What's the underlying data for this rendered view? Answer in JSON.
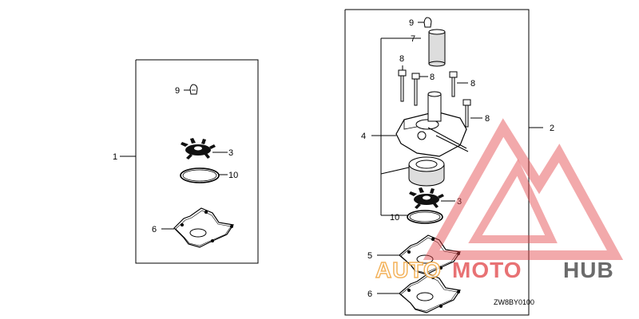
{
  "diagram": {
    "code": "ZW8BY0100",
    "left_kit": {
      "group_label": "1",
      "parts": {
        "grease_seal": "9",
        "impeller": "3",
        "o_ring": "10",
        "gasket": "6"
      }
    },
    "right_kit": {
      "group_label": "2",
      "parts": {
        "grease_seal": "9",
        "water_tube_seal": "7",
        "bolt_1": "8",
        "bolt_2": "8",
        "bolt_3": "8",
        "bolt_4": "8",
        "pump_housing": "4",
        "impeller": "3",
        "o_ring": "10",
        "plate": "5",
        "gasket": "6"
      }
    }
  },
  "watermark": {
    "part1": "AUTO",
    "part2": "MOTO",
    "part3": "HUB",
    "color_outline": "#f2a640",
    "color_red": "#e2474b",
    "color_dark": "#3f3f3f"
  }
}
